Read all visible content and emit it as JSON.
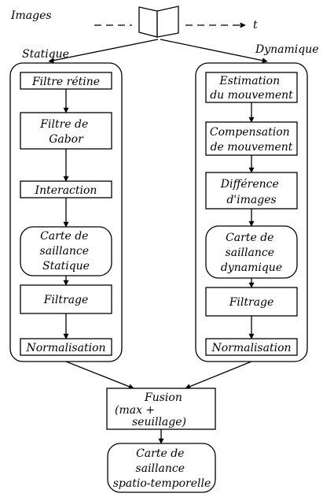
{
  "header": {
    "images_label": "Images",
    "time_label": "t"
  },
  "static_branch": {
    "title": "Statique",
    "steps": {
      "retina_filter": [
        "Filtre rétine"
      ],
      "gabor_filter": [
        "Filtre de",
        "Gabor"
      ],
      "interaction": [
        "Interaction"
      ],
      "static_saliency_map": [
        "Carte de",
        "saillance",
        "Statique"
      ],
      "filtering": [
        "Filtrage"
      ],
      "normalization": [
        "Normalisation"
      ]
    }
  },
  "dynamic_branch": {
    "title": "Dynamique",
    "steps": {
      "motion_estimation": [
        "Estimation",
        "du mouvement"
      ],
      "motion_compensation": [
        "Compensation",
        "de mouvement"
      ],
      "image_difference": [
        "Différence",
        "d'images"
      ],
      "dynamic_saliency_map": [
        "Carte de",
        "saillance",
        "dynamique"
      ],
      "filtering": [
        "Filtrage"
      ],
      "normalization": [
        "Normalisation"
      ]
    }
  },
  "fusion": {
    "lines": [
      "Fusion",
      "(max +",
      "seuillage)"
    ]
  },
  "output": {
    "lines": [
      "Carte de",
      "saillance",
      "spatio-temporelle"
    ]
  }
}
